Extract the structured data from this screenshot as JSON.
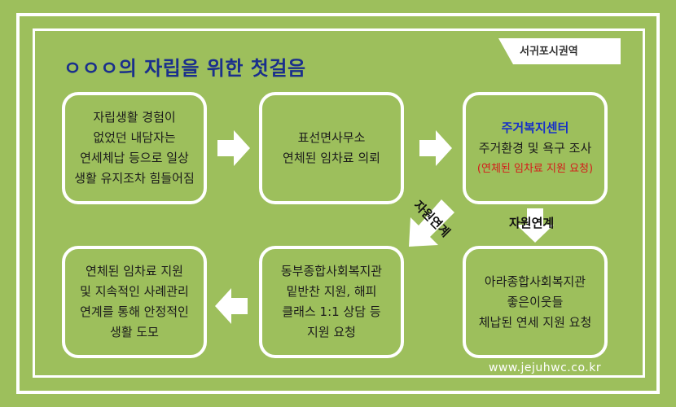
{
  "title": "ㅇㅇㅇ의 자립을 위한 첫걸음",
  "region": "서귀포시권역",
  "steps": [
    {
      "lines": [
        "자립생활 경험이",
        "없었던 내담자는",
        "연세체납 등으로 일상",
        "생활 유지조차 힘들어짐"
      ]
    },
    {
      "lines": [
        "표선면사무소",
        "연체된 임차료 의뢰"
      ]
    },
    {
      "heading": "주거복지센터",
      "lines": [
        "주거환경 및 욕구 조사"
      ],
      "note": "(연체된 임차료 지원 요청)"
    },
    {
      "lines": [
        "아라종합사회복지관",
        "좋은이웃들",
        "체납된 연세 지원 요청"
      ]
    },
    {
      "lines": [
        "동부종합사회복지관",
        "밑반찬 지원, 해피",
        "클래스 1:1 상담 등",
        "지원 요청"
      ]
    },
    {
      "lines": [
        "연체된 임차료 지원",
        "및 지속적인 사례관리",
        "연계를 통해 안정적인",
        "생활 도모"
      ]
    }
  ],
  "connections": {
    "down_label": "자원연계",
    "diagonal_label": "자원연계"
  },
  "website": "www.jejuhwc.co.kr",
  "colors": {
    "background": "#9dbf5c",
    "title": "#1a2f8c",
    "highlight_blue": "#1630c8",
    "highlight_red": "#d51a1a"
  }
}
